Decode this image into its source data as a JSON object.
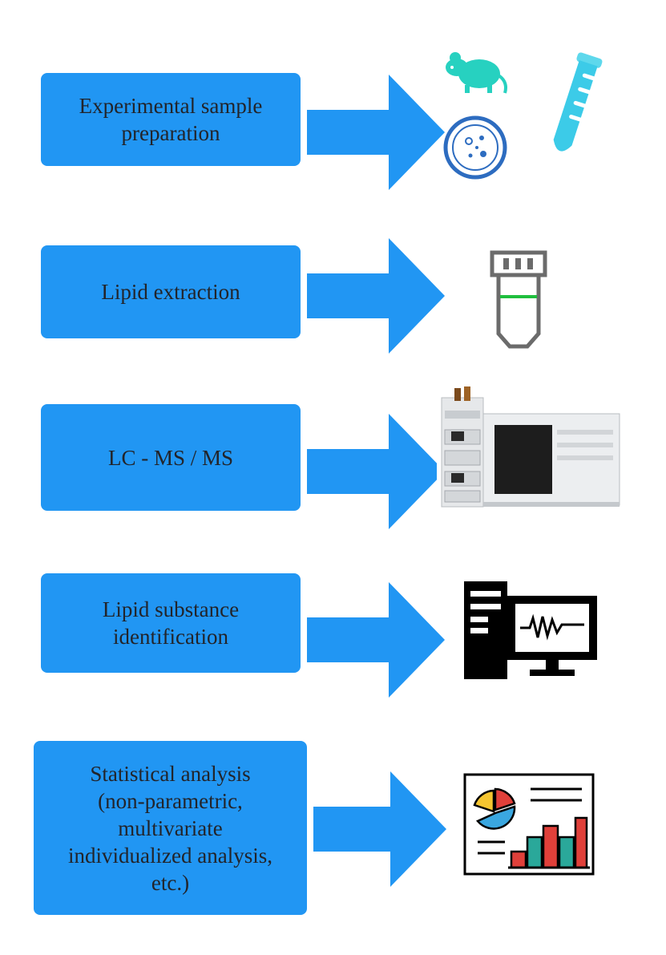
{
  "steps": [
    {
      "label": "Experimental sample\npreparation",
      "icon": "mouse-petri-dish-test-tube-icon"
    },
    {
      "label": "Lipid extraction",
      "icon": "extraction-tube-icon"
    },
    {
      "label": "LC - MS / MS",
      "icon": "lc-ms-instrument-icon"
    },
    {
      "label": "Lipid substance\nidentification",
      "icon": "computer-spectrum-icon"
    },
    {
      "label": "Statistical analysis\n(non-parametric,\nmultivariate\nindividualized analysis,\netc.)",
      "icon": "statistics-report-icon"
    }
  ],
  "colors": {
    "box": "#2196f3",
    "arrow": "#2196f3",
    "teal": "#27d1c0"
  }
}
